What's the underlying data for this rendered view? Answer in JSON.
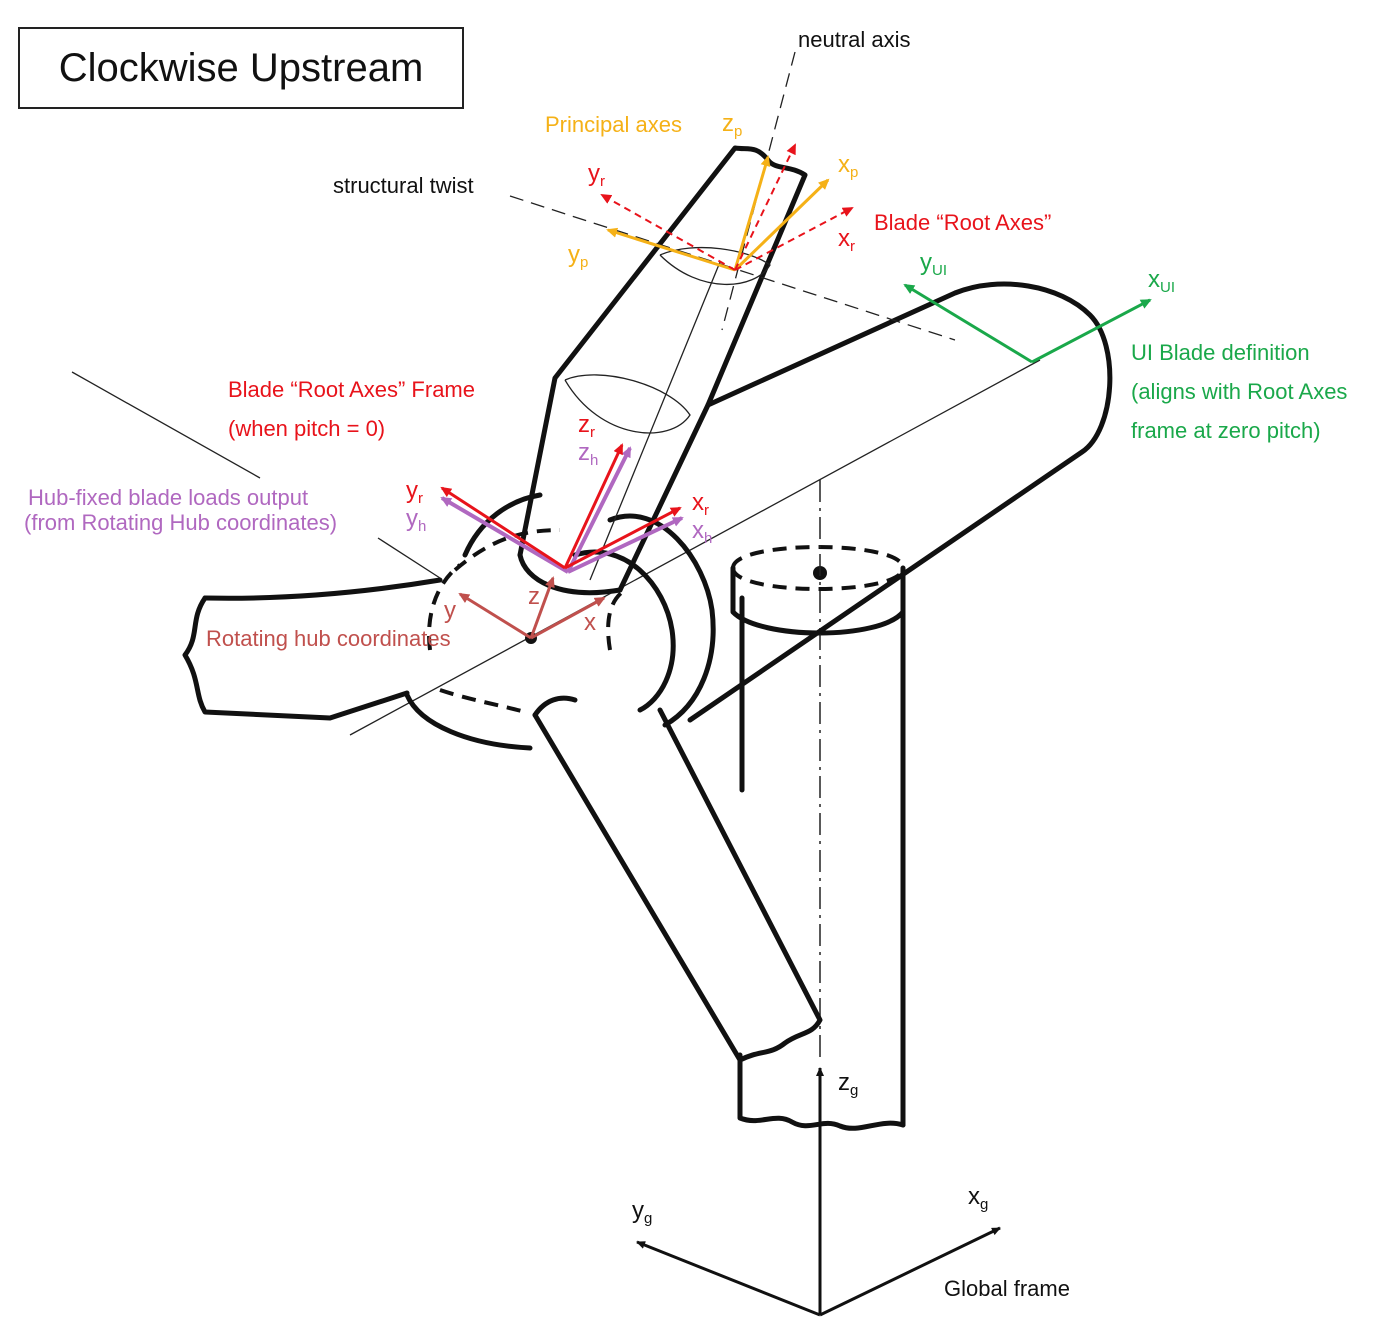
{
  "title": "Clockwise Upstream",
  "labels": {
    "neutral_axis": "neutral axis",
    "principal_axes": "Principal axes",
    "structural_twist": "structural twist",
    "blade_root_axes": "Blade “Root Axes”",
    "root_frame_1": "Blade “Root Axes” Frame",
    "root_frame_2": "(when pitch = 0)",
    "hub_fixed_1": "Hub-fixed blade loads output",
    "hub_fixed_2": "(from Rotating Hub coordinates)",
    "rotating_hub": "Rotating hub coordinates",
    "ui_blade_1": "UI Blade definition",
    "ui_blade_2": "(aligns with Root Axes",
    "ui_blade_3": "frame at zero pitch)",
    "global_frame": "Global frame"
  },
  "axes": {
    "zp": {
      "base": "z",
      "sub": "p"
    },
    "xp": {
      "base": "x",
      "sub": "p"
    },
    "yp": {
      "base": "y",
      "sub": "p"
    },
    "yr_top": {
      "base": "y",
      "sub": "r"
    },
    "xr_top": {
      "base": "x",
      "sub": "r"
    },
    "yui": {
      "base": "y",
      "sub": "UI"
    },
    "xui": {
      "base": "x",
      "sub": "UI"
    },
    "zr": {
      "base": "z",
      "sub": "r"
    },
    "zh": {
      "base": "z",
      "sub": "h"
    },
    "yr": {
      "base": "y",
      "sub": "r"
    },
    "yh": {
      "base": "y",
      "sub": "h"
    },
    "xr": {
      "base": "x",
      "sub": "r"
    },
    "xh": {
      "base": "x",
      "sub": "h"
    },
    "y": {
      "base": "y",
      "sub": ""
    },
    "z": {
      "base": "z",
      "sub": ""
    },
    "x": {
      "base": "x",
      "sub": ""
    },
    "zg": {
      "base": "z",
      "sub": "g"
    },
    "yg": {
      "base": "y",
      "sub": "g"
    },
    "xg": {
      "base": "x",
      "sub": "g"
    }
  },
  "colors": {
    "root": "#e8131b",
    "principal": "#f5b117",
    "ui": "#1aa84a",
    "hub_fixed": "#b068c0",
    "rotating_hub": "#c0504d",
    "ink": "#111111"
  }
}
